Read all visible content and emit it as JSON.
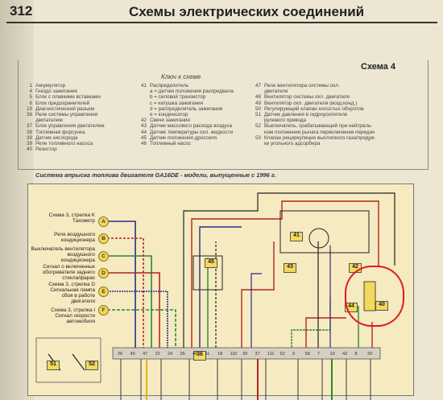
{
  "header": {
    "page_number": "312",
    "title": "Схемы электрических соединений"
  },
  "scheme_label": "Схема 4",
  "key_title": "Ключ к схеме",
  "key": {
    "col1": [
      {
        "n": "1",
        "t": "Аккумулятор"
      },
      {
        "n": "4",
        "t": "Гнездо зажигания"
      },
      {
        "n": "5",
        "t": "Блок с плавкими вставками"
      },
      {
        "n": "6",
        "t": "Блок предохранителей"
      },
      {
        "n": "19",
        "t": "Диагностический разъем"
      },
      {
        "n": "36",
        "t": "Реле системы управления"
      },
      {
        "n": "",
        "t": "двигателем"
      },
      {
        "n": "37",
        "t": "Блок управления двигателем"
      },
      {
        "n": "38",
        "t": "Топливная форсунка"
      },
      {
        "n": "39",
        "t": "Датчик кислорода"
      },
      {
        "n": "39",
        "t": "Реле топливного насоса"
      },
      {
        "n": "40",
        "t": "Резистор"
      }
    ],
    "col2": [
      {
        "n": "41",
        "t": "Распределитель"
      },
      {
        "n": "",
        "t": "a = датчик положения распредвала"
      },
      {
        "n": "",
        "t": "b = силовой транзистор"
      },
      {
        "n": "",
        "t": "c = катушка зажигания"
      },
      {
        "n": "",
        "t": "d = распределитель зажигания"
      },
      {
        "n": "",
        "t": "e = конденсатор"
      },
      {
        "n": "42",
        "t": "Свечи зажигания"
      },
      {
        "n": "43",
        "t": "Датчик массового расхода воздуха"
      },
      {
        "n": "44",
        "t": "Датчик температуры охл. жидкости"
      },
      {
        "n": "45",
        "t": "Датчик положения дросселя"
      },
      {
        "n": "46",
        "t": "Топливный насос"
      }
    ],
    "col3": [
      {
        "n": "47",
        "t": "Реле вентилятора системы охл."
      },
      {
        "n": "",
        "t": "двигателя"
      },
      {
        "n": "48",
        "t": "Вентилятор системы охл. двигателя"
      },
      {
        "n": "49",
        "t": "Вентилятор охл. двигателя (возд.конд.)"
      },
      {
        "n": "50",
        "t": "Регулирующий клапан холостых оборотов"
      },
      {
        "n": "51",
        "t": "Датчик давления в гидроусилителе"
      },
      {
        "n": "",
        "t": "рулевого привода"
      },
      {
        "n": "52",
        "t": "Выключатель, срабатывающий при нейтраль-"
      },
      {
        "n": "",
        "t": "ном положении рычага переключения передач"
      },
      {
        "n": "53",
        "t": "Клапан рециркуляции выхлопного газа/продув-"
      },
      {
        "n": "",
        "t": "ки угольного адсорбера"
      }
    ]
  },
  "caption": "Система впрыска топлива двигателя GA16DE - модели, выпущенные с 1996 г.",
  "labels": [
    {
      "text": "Схема 3, стрелка K\nТахометр",
      "pin": "A"
    },
    {
      "text": "Реле воздушного\nкондиционера",
      "pin": "B"
    },
    {
      "text": "Выключатель вентилятора\nвоздушного\nкондиционера",
      "pin": "C"
    },
    {
      "text": "Сигнал о включенных\nобогревателе заднего\nстекла/фарах",
      "pin": "D"
    },
    {
      "text": "Схема 3, стрелка D\nСигнальная лампа\nсбоя в работе\nдвигателя",
      "pin": "E"
    },
    {
      "text": "Схема 3, стрелка I\nСигнал скорости\nавтомобиля",
      "pin": "F"
    }
  ],
  "components": {
    "c45": "45",
    "c41": "41",
    "c43": "43",
    "c42": "42",
    "c44": "44",
    "c40": "40",
    "c51": "51",
    "c52": "52",
    "c36": "36"
  },
  "pin_numbers": [
    "26",
    "45",
    "47",
    "22",
    "24",
    "35",
    "46",
    "11",
    "18",
    "110",
    "39",
    "37",
    "111",
    "52",
    "9",
    "58",
    "7",
    "10",
    "42",
    "8",
    "20"
  ]
}
